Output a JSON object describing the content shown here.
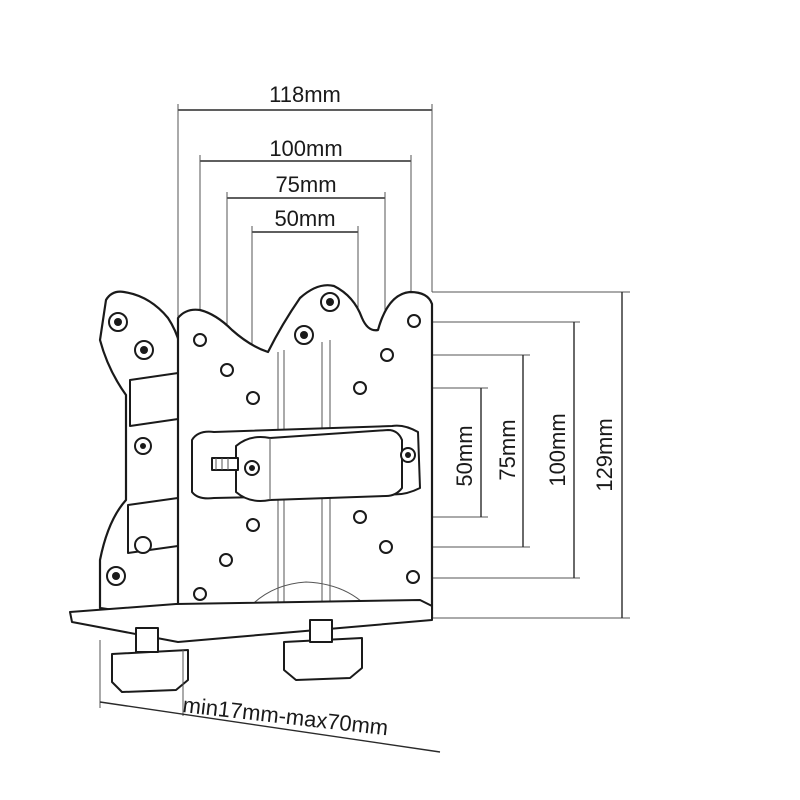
{
  "dimensions": {
    "horizontal": [
      {
        "id": "h118",
        "label": "118mm"
      },
      {
        "id": "h100",
        "label": "100mm"
      },
      {
        "id": "h75",
        "label": "75mm"
      },
      {
        "id": "h50",
        "label": "50mm"
      }
    ],
    "vertical": [
      {
        "id": "v50",
        "label": "50mm"
      },
      {
        "id": "v75",
        "label": "75mm"
      },
      {
        "id": "v100",
        "label": "100mm"
      },
      {
        "id": "v129",
        "label": "129mm"
      }
    ],
    "clamp_range": "min17mm-max70mm"
  }
}
